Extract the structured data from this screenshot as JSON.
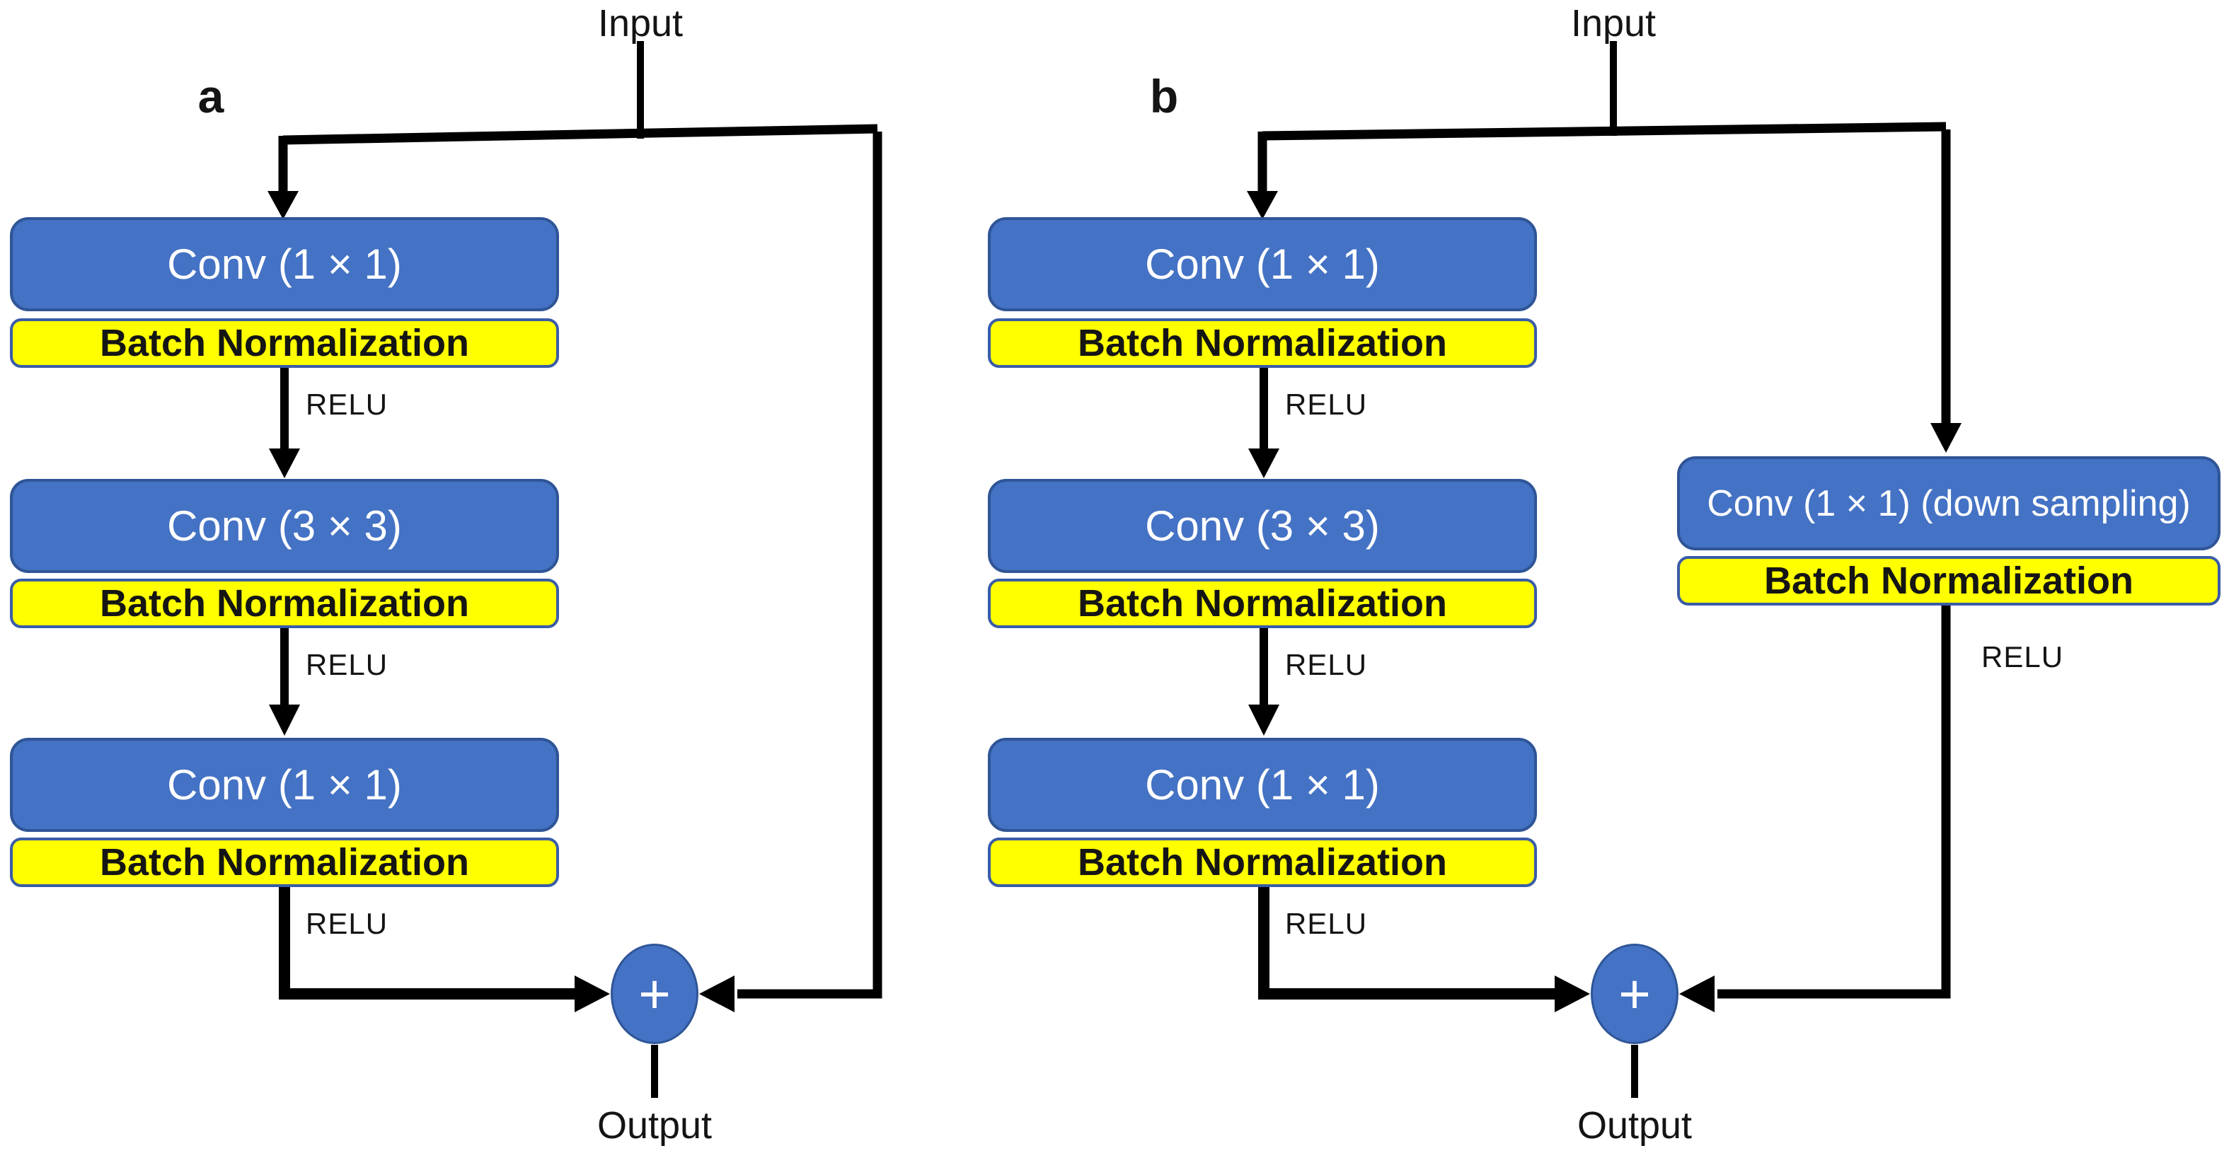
{
  "figure": {
    "colors": {
      "block_blue": "#4472C4",
      "block_blue_border": "#2F5597",
      "batchnorm_yellow": "#FFFF00",
      "batchnorm_border_blue": "#3A5CA8",
      "line_black": "#000000",
      "conv_text_white": "#FFFFFF"
    },
    "panels": [
      {
        "id": "a",
        "label": "a",
        "input_label": "Input",
        "blocks": [
          {
            "conv": "Conv (1 × 1)",
            "bn": "Batch Normalization",
            "relu": "RELU"
          },
          {
            "conv": "Conv (3 × 3)",
            "bn": "Batch Normalization",
            "relu": "RELU"
          },
          {
            "conv": "Conv (1 × 1)",
            "bn": "Batch Normalization",
            "relu": "RELU"
          }
        ],
        "merge_label": "+",
        "output_label": "Output"
      },
      {
        "id": "b",
        "label": "b",
        "input_label": "Input",
        "blocks": [
          {
            "conv": "Conv (1 × 1)",
            "bn": "Batch Normalization",
            "relu": "RELU"
          },
          {
            "conv": "Conv (3 × 3)",
            "bn": "Batch Normalization",
            "relu": "RELU"
          },
          {
            "conv": "Conv (1 × 1)",
            "bn": "Batch Normalization",
            "relu": "RELU"
          }
        ],
        "shortcut": {
          "conv": "Conv (1 × 1) (down sampling)",
          "bn": "Batch Normalization",
          "relu": "RELU"
        },
        "merge_label": "+",
        "output_label": "Output"
      }
    ]
  }
}
